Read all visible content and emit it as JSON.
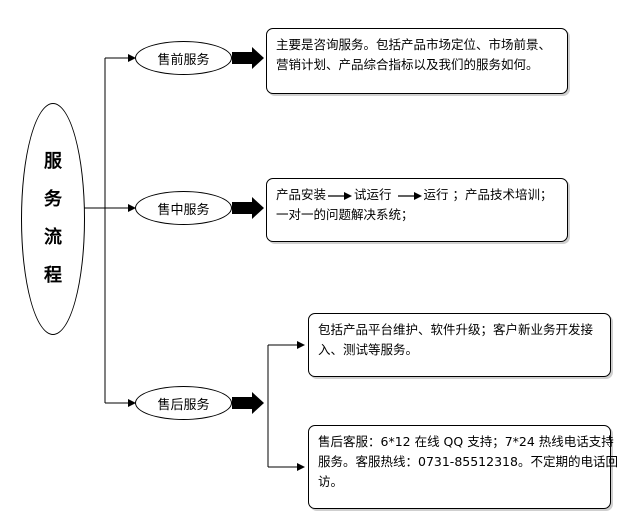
{
  "main": {
    "chars": [
      "服",
      "务",
      "流",
      "程"
    ]
  },
  "services": {
    "pre": {
      "label": "售前服务",
      "lines": [
        "主要是咨询服务。包括产品市场定位、市场前景、",
        "营销计划、产品综合指标以及我们的服务如何。"
      ]
    },
    "mid": {
      "label": "售中服务",
      "step1": "产品安装",
      "step2": "试运行",
      "step3": "运行",
      "step_tail": "；产品技术培训；",
      "line2": "一对一的问题解决系统；"
    },
    "post": {
      "label": "售后服务",
      "box1_lines": [
        "包括产品平台维护、软件升级；客户新业务开发接",
        "入、测试等服务。"
      ],
      "box2_lines": [
        "售后客服：6*12 在线 QQ 支持；7*24 热线电话支持",
        "服务。客服热线：0731-85512318。不定期的电话回",
        "访。"
      ]
    }
  }
}
